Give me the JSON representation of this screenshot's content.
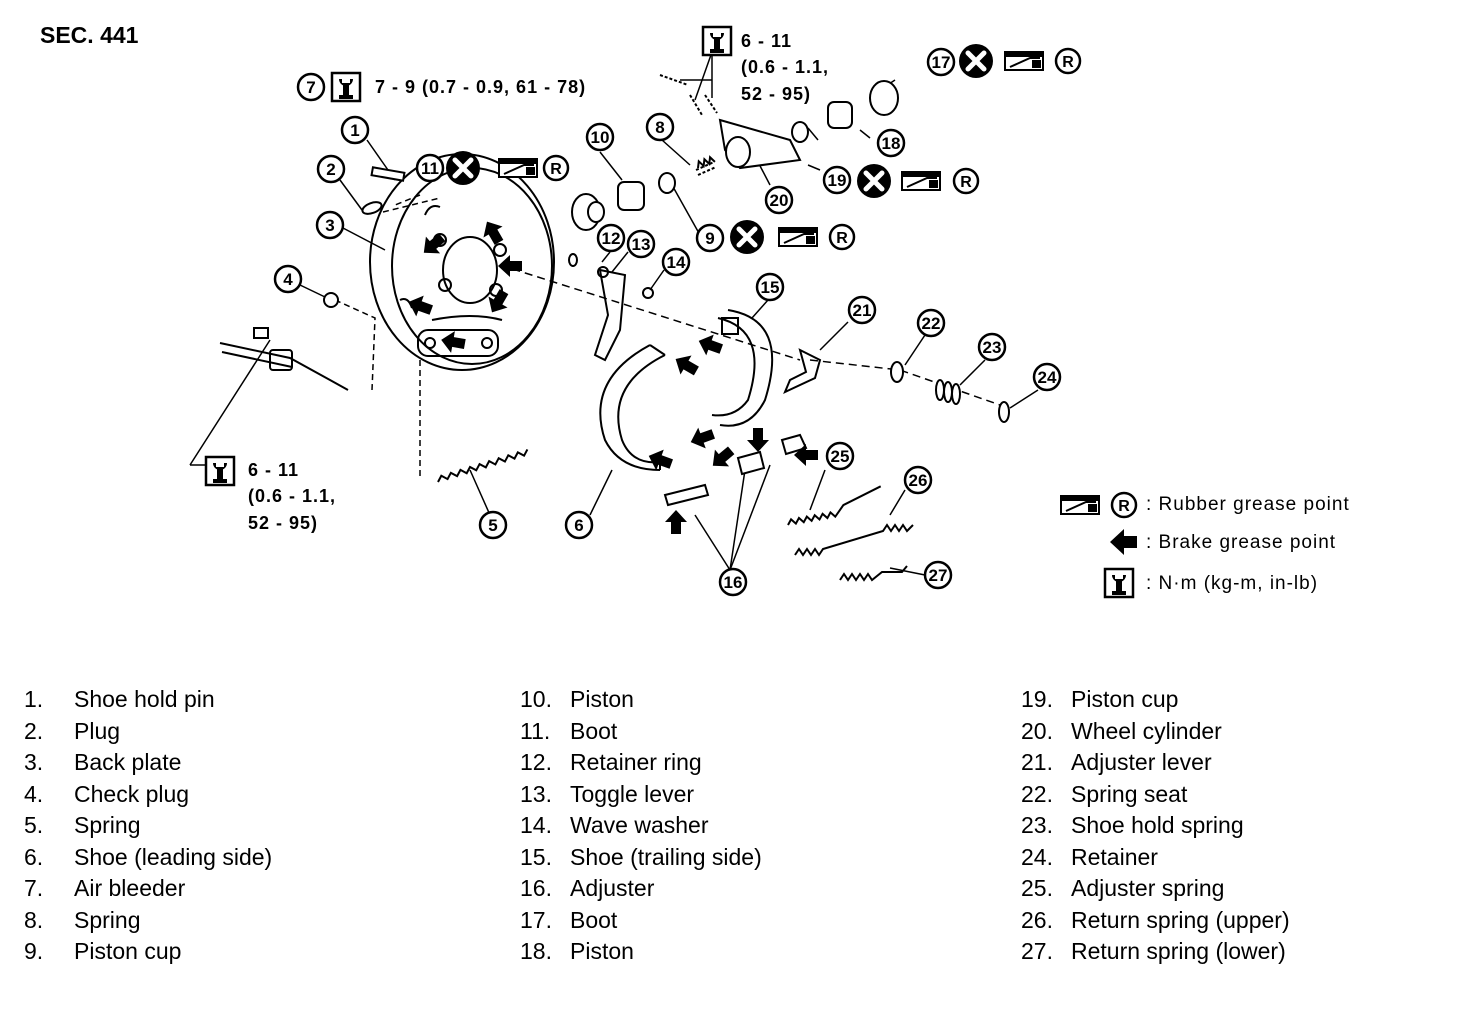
{
  "section_title": "SEC. 441",
  "callouts": [
    "1",
    "2",
    "3",
    "4",
    "5",
    "6",
    "7",
    "8",
    "9",
    "10",
    "11",
    "12",
    "13",
    "14",
    "15",
    "16",
    "17",
    "18",
    "19",
    "20",
    "21",
    "22",
    "23",
    "24",
    "25",
    "26",
    "27"
  ],
  "torque_specs": {
    "air_bleeder": "7 - 9 (0.7 - 0.9, 61 - 78)",
    "wheel_cylinder_line1": "6 - 11",
    "wheel_cylinder_line2": "(0.6 - 1.1,",
    "wheel_cylinder_line3": "52 - 95)",
    "brake_line_line1": "6 - 11",
    "brake_line_line2": "(0.6 - 1.1,",
    "brake_line_line3": "52 - 95)"
  },
  "symbols": {
    "rubber_grease_letter": "R",
    "replace_icon": "x-circle-icon",
    "grease_icon": "grease-gun-icon",
    "torque_icon": "torque-wrench-icon",
    "arrow_icon": "arrow-left-icon"
  },
  "legend": [
    {
      "icon": "rubber-grease-icon",
      "text": ": Rubber grease point"
    },
    {
      "icon": "brake-grease-arrow-icon",
      "text": ": Brake grease point"
    },
    {
      "icon": "torque-wrench-icon",
      "text": ": N·m (kg-m, in-lb)"
    }
  ],
  "parts": [
    {
      "num": "1.",
      "name": "Shoe hold pin"
    },
    {
      "num": "2.",
      "name": "Plug"
    },
    {
      "num": "3.",
      "name": "Back plate"
    },
    {
      "num": "4.",
      "name": "Check plug"
    },
    {
      "num": "5.",
      "name": "Spring"
    },
    {
      "num": "6.",
      "name": "Shoe (leading side)"
    },
    {
      "num": "7.",
      "name": "Air bleeder"
    },
    {
      "num": "8.",
      "name": "Spring"
    },
    {
      "num": "9.",
      "name": "Piston cup"
    },
    {
      "num": "10.",
      "name": "Piston"
    },
    {
      "num": "11.",
      "name": "Boot"
    },
    {
      "num": "12.",
      "name": "Retainer ring"
    },
    {
      "num": "13.",
      "name": "Toggle lever"
    },
    {
      "num": "14.",
      "name": "Wave washer"
    },
    {
      "num": "15.",
      "name": "Shoe (trailing side)"
    },
    {
      "num": "16.",
      "name": "Adjuster"
    },
    {
      "num": "17.",
      "name": "Boot"
    },
    {
      "num": "18.",
      "name": "Piston"
    },
    {
      "num": "19.",
      "name": "Piston cup"
    },
    {
      "num": "20.",
      "name": "Wheel cylinder"
    },
    {
      "num": "21.",
      "name": "Adjuster lever"
    },
    {
      "num": "22.",
      "name": "Spring seat"
    },
    {
      "num": "23.",
      "name": "Shoe hold spring"
    },
    {
      "num": "24.",
      "name": "Retainer"
    },
    {
      "num": "25.",
      "name": "Adjuster spring"
    },
    {
      "num": "26.",
      "name": "Return spring (upper)"
    },
    {
      "num": "27.",
      "name": "Return spring (lower)"
    }
  ]
}
